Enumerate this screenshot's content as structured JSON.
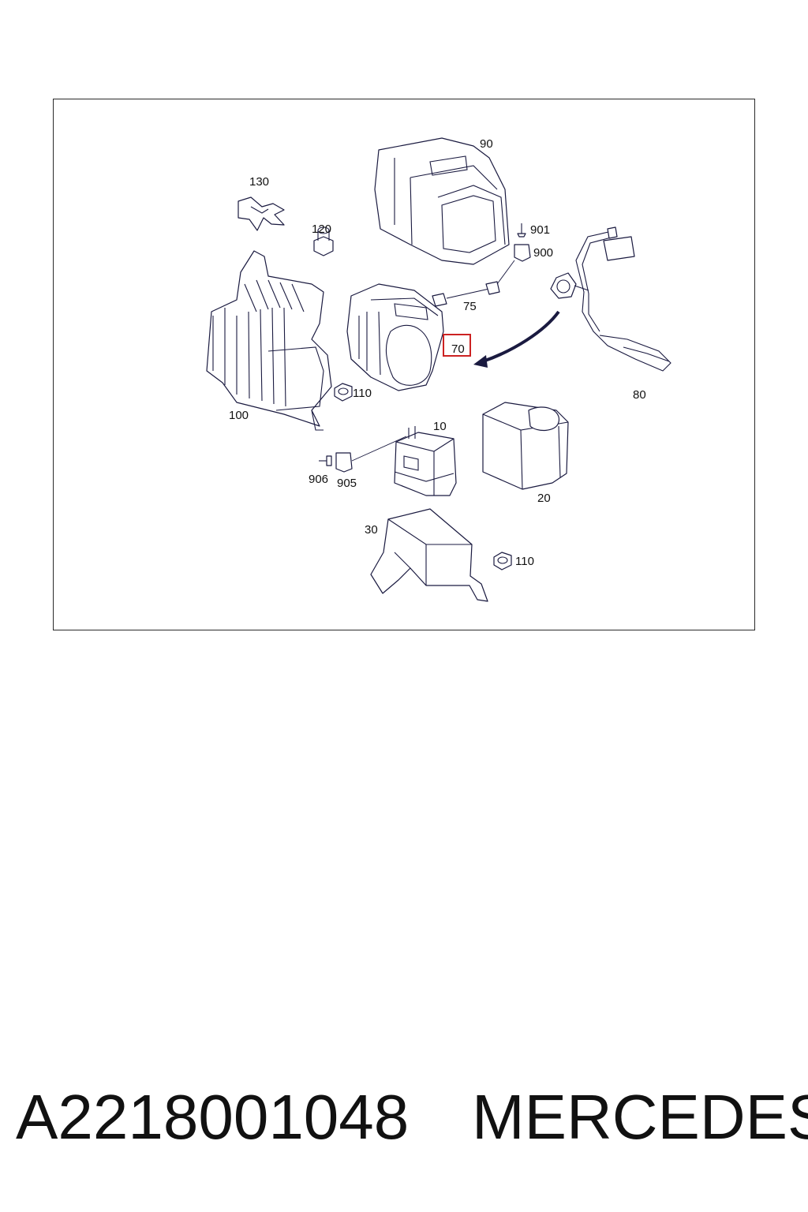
{
  "diagram": {
    "callouts": {
      "c90": "90",
      "c130": "130",
      "c120": "120",
      "c901": "901",
      "c900": "900",
      "c75": "75",
      "c70": "70",
      "c110a": "110",
      "c100": "100",
      "c80": "80",
      "c10": "10",
      "c906": "906",
      "c905": "905",
      "c20": "20",
      "c30": "30",
      "c110b": "110"
    },
    "highlight_color": "#cc2222",
    "line_color": "#1a1a40"
  },
  "footer": {
    "part_number": "A2218001048",
    "brand": "MERCEDES"
  }
}
